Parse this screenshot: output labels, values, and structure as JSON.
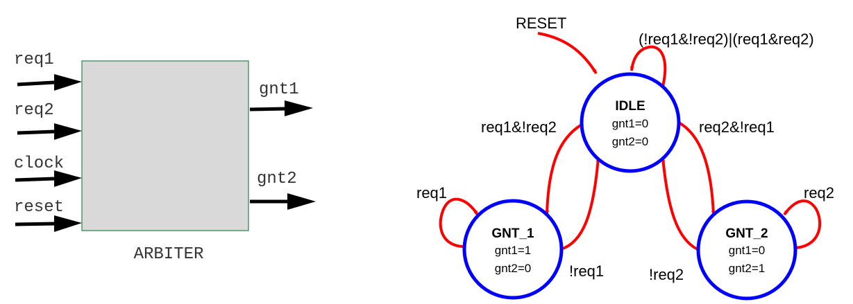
{
  "block": {
    "name": "ARBITER",
    "inputs": [
      "req1",
      "req2",
      "clock",
      "reset"
    ],
    "outputs": [
      "gnt1",
      "gnt2"
    ],
    "fill_color": "#d9d9d9",
    "border_color": "#4a9a6a"
  },
  "fsm": {
    "reset_label": "RESET",
    "states": {
      "idle": {
        "name": "IDLE",
        "gnt1": "gnt1=0",
        "gnt2": "gnt2=0"
      },
      "gnt_1": {
        "name": "GNT_1",
        "gnt1": "gnt1=1",
        "gnt2": "gnt2=0"
      },
      "gnt_2": {
        "name": "GNT_2",
        "gnt1": "gnt1=0",
        "gnt2": "gnt2=1"
      }
    },
    "transitions": {
      "idle_self": "(!req1&!req2)|(req1&req2)",
      "idle_to_gnt1": "req1&!req2",
      "idle_to_gnt2": "req2&!req1",
      "gnt1_self": "req1",
      "gnt1_to_idle": "!req1",
      "gnt2_self": "req2",
      "gnt2_to_idle": "!req2"
    },
    "state_color": "#0000ff",
    "transition_color": "#ff0000"
  }
}
